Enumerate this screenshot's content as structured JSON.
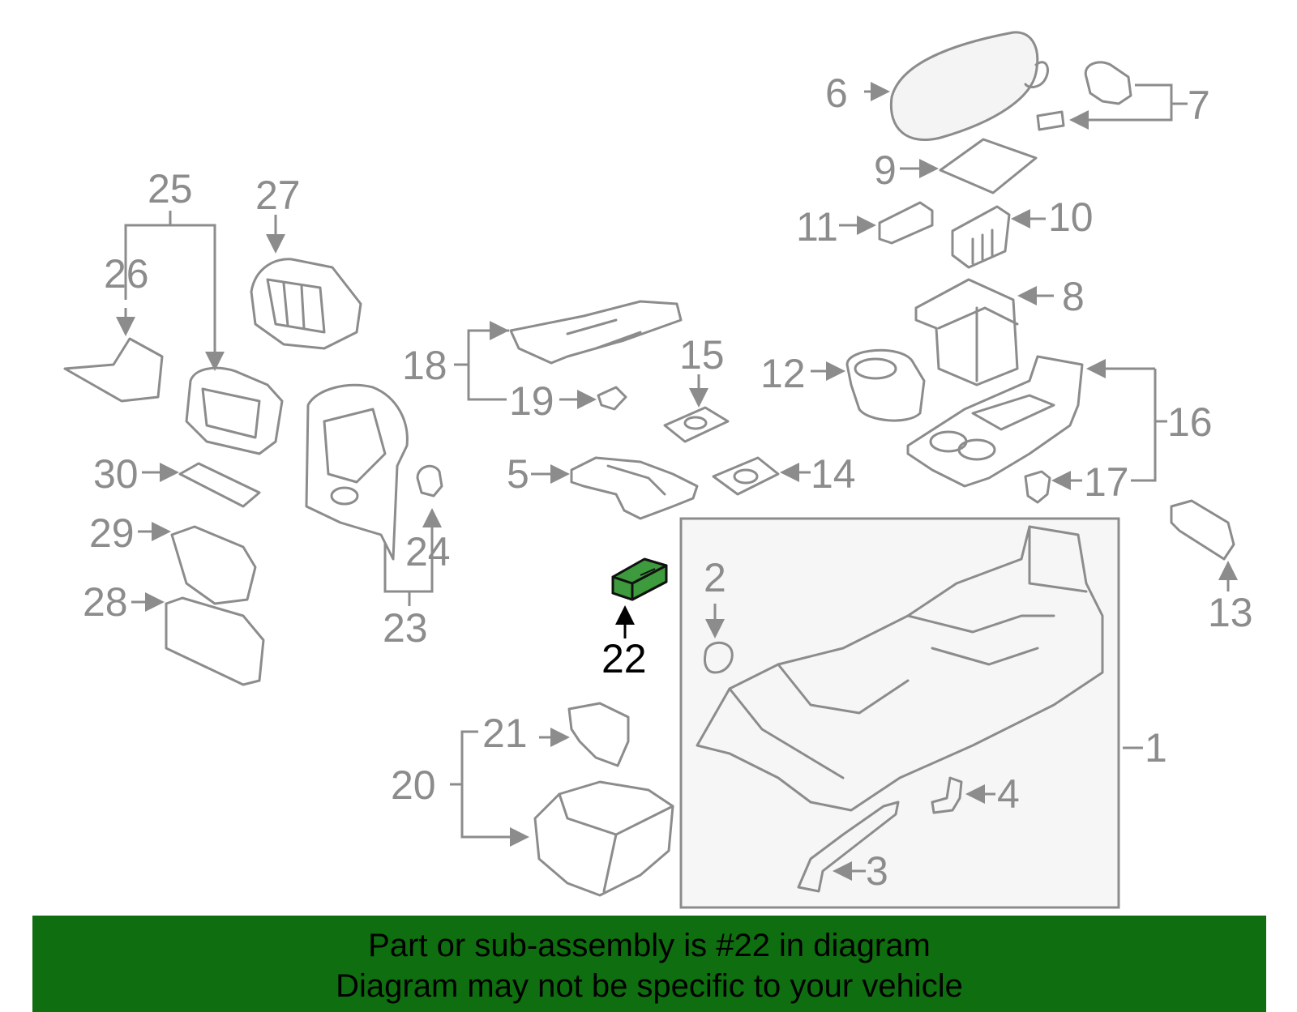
{
  "diagram": {
    "highlight_color": "#0f6e0f",
    "highlighted_part": "22",
    "callouts": [
      "1",
      "2",
      "3",
      "4",
      "5",
      "6",
      "7",
      "8",
      "9",
      "10",
      "11",
      "12",
      "13",
      "14",
      "15",
      "16",
      "17",
      "18",
      "19",
      "20",
      "21",
      "22",
      "23",
      "24",
      "25",
      "26",
      "27",
      "28",
      "29",
      "30"
    ]
  },
  "banner": {
    "line1": "Part or sub-assembly is #22 in diagram",
    "line2": "Diagram may not be specific to your vehicle"
  }
}
